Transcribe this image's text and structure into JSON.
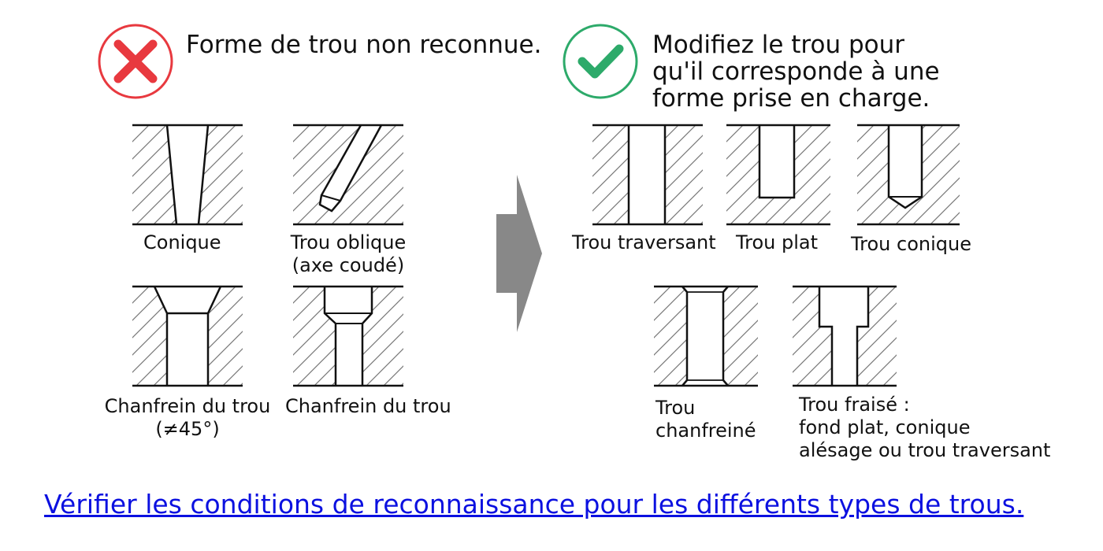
{
  "left": {
    "heading": "Forme de trou non reconnue.",
    "status_icon": "cross-icon",
    "status_color": "#e8393f",
    "items": [
      {
        "label": "Conique"
      },
      {
        "label_line1": "Trou oblique",
        "label_line2": "(axe coudé)"
      },
      {
        "label_line1": "Chanfrein du trou",
        "label_line2": "(≠45°)"
      },
      {
        "label": "Chanfrein du trou"
      }
    ]
  },
  "arrow_icon": "right-arrow-icon",
  "right": {
    "heading_line1": "Modifiez le trou pour",
    "heading_line2": "qu'il corresponde à une",
    "heading_line3": "forme prise en charge.",
    "status_icon": "check-icon",
    "status_color": "#2daa6a",
    "items": [
      {
        "label": "Trou traversant"
      },
      {
        "label": "Trou plat"
      },
      {
        "label": "Trou conique"
      },
      {
        "label_line1": "Trou",
        "label_line2": "chanfreiné"
      },
      {
        "label_line1": "Trou fraisé :",
        "label_line2": "fond plat, conique",
        "label_line3": "alésage ou trou traversant"
      }
    ]
  },
  "link": {
    "text": "Vérifier les conditions de reconnaissance pour les différents types de trous."
  }
}
